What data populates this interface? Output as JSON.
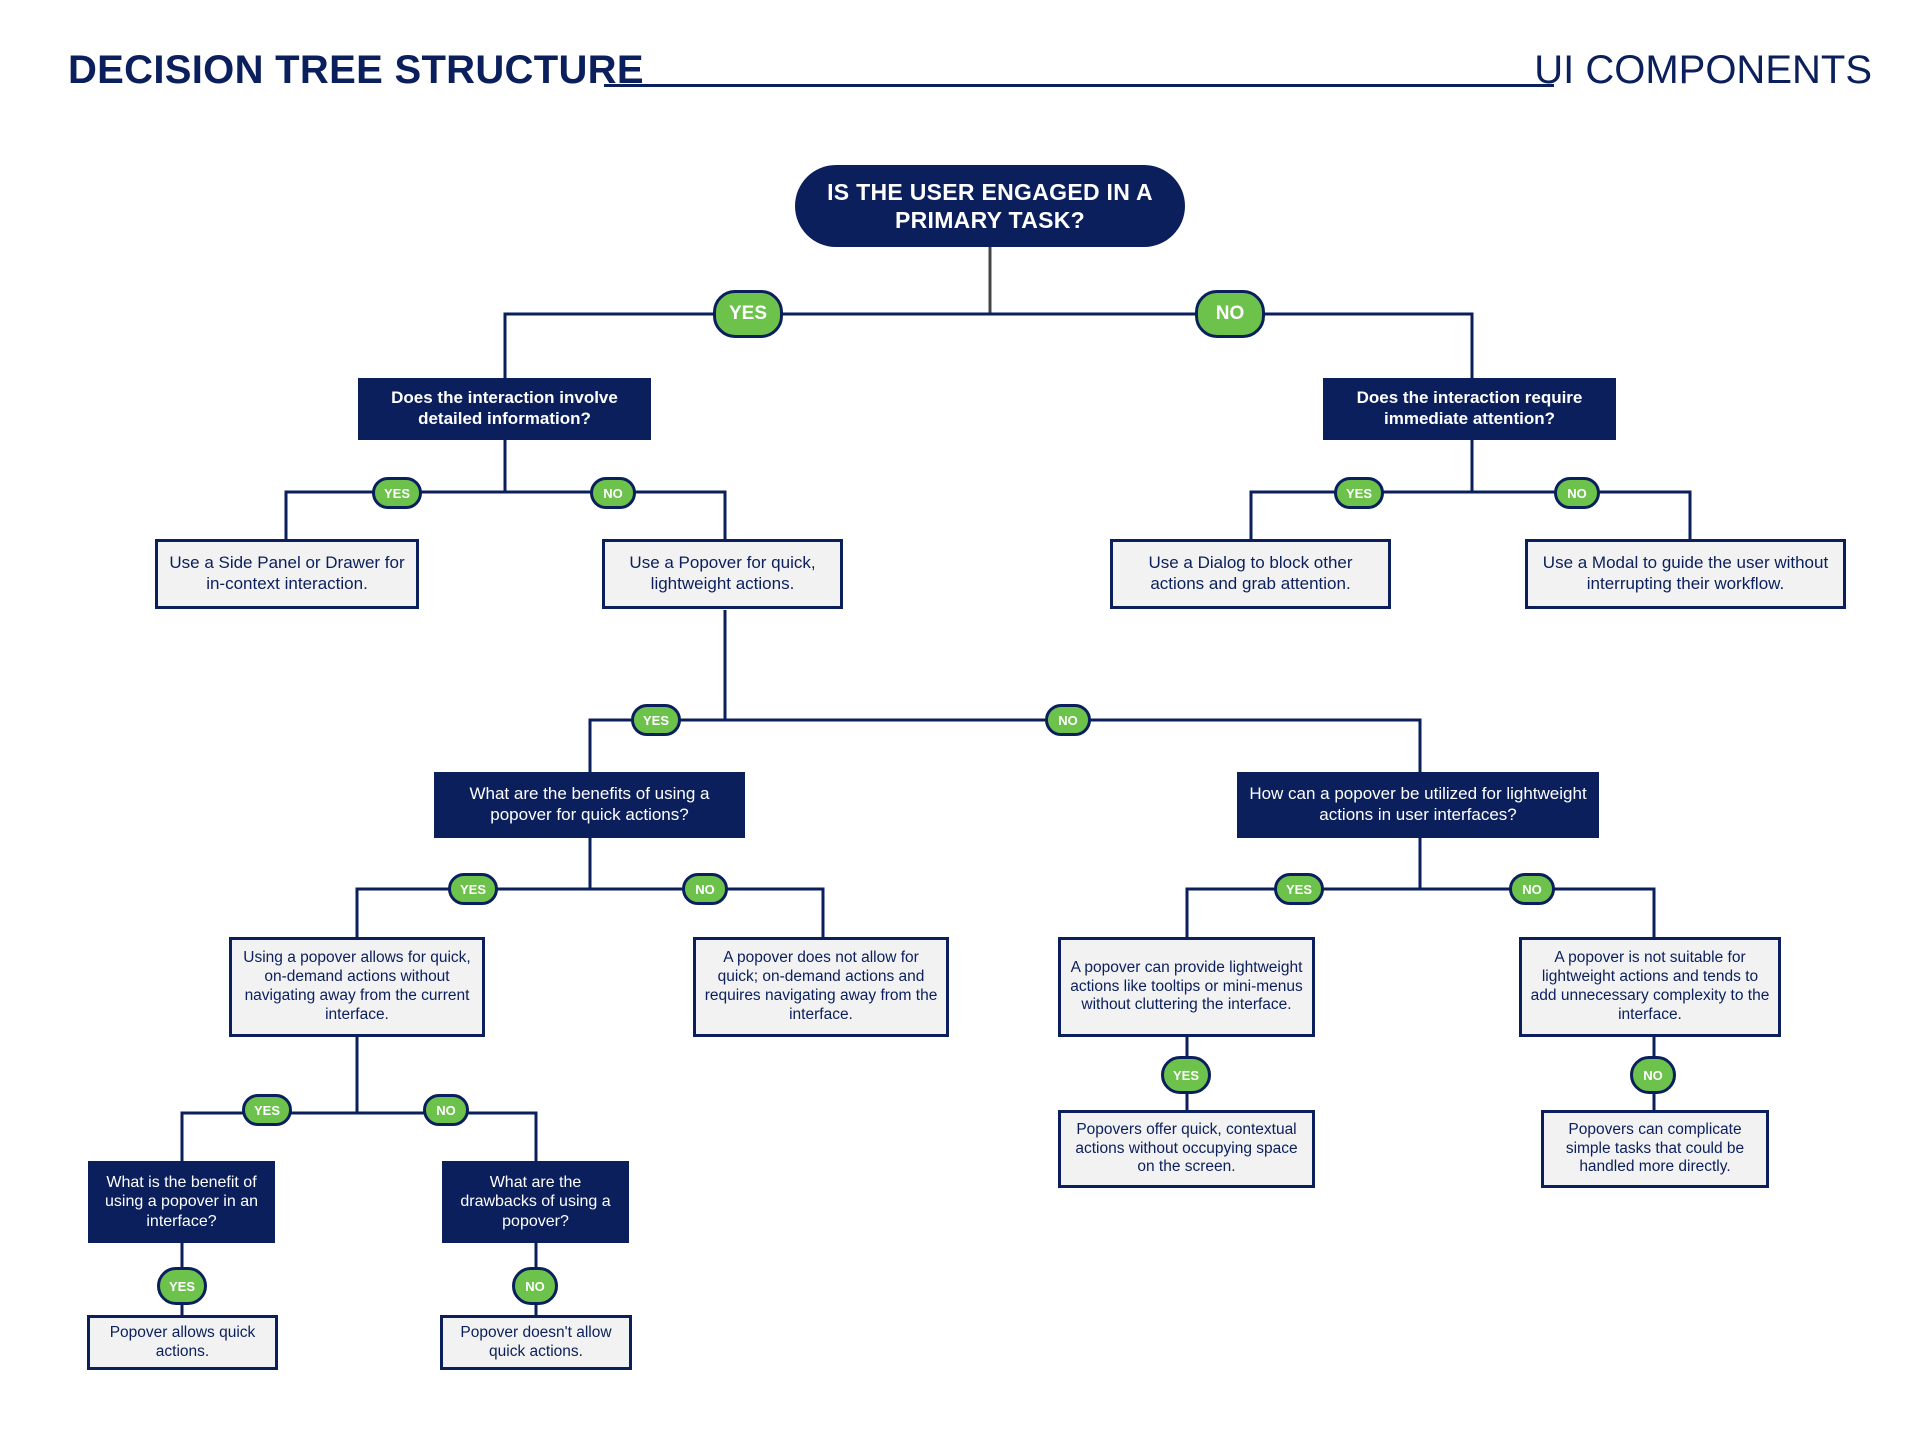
{
  "header": {
    "title": "DECISION TREE STRUCTURE",
    "category": "UI COMPONENTS"
  },
  "colors": {
    "navy": "#0a1f5c",
    "green": "#6cc24a",
    "box_fill": "#f2f2f2",
    "connector": "#444444"
  },
  "nodes": {
    "root": "IS THE USER ENGAGED IN A PRIMARY TASK?",
    "q_detailed_info": "Does the interaction involve detailed information?",
    "q_immediate_attention": "Does the interaction require immediate attention?",
    "a_side_panel": "Use a Side Panel or Drawer  for in-context interaction.",
    "a_popover": "Use a Popover for quick, lightweight actions.",
    "a_dialog": "Use a Dialog to block other actions and grab attention.",
    "a_modal": "Use a Modal to guide the user  without interrupting their workflow.",
    "q_benefits": "What are the benefits of using a popover for quick actions?",
    "q_utilized": "How can a popover be utilized for lightweight actions in user interfaces?",
    "a_allows_quick": "Using a popover allows for quick, on-demand actions without navigating away from the current interface.",
    "a_not_allow": "A popover does not allow for quick; on-demand actions and requires navigating away from the interface.",
    "a_can_provide": "A popover can provide lightweight actions like tooltips or mini-menus without cluttering the interface.",
    "a_not_suitable": "A popover is not suitable for lightweight actions and tends to add unnecessary complexity to the interface.",
    "q_benefit_interface": "What is the benefit of using a popover in an interface?",
    "q_drawbacks": "What are the drawbacks of using a popover?",
    "a_offer_quick": "Popovers offer quick, contextual actions without occupying space on the screen.",
    "a_complicate": "Popovers can complicate simple tasks that could be handled more directly.",
    "a_popover_allows": "Popover allows quick actions.",
    "a_popover_doesnt": "Popover doesn't allow quick actions."
  },
  "labels": {
    "yes": "YES",
    "no": "NO"
  }
}
